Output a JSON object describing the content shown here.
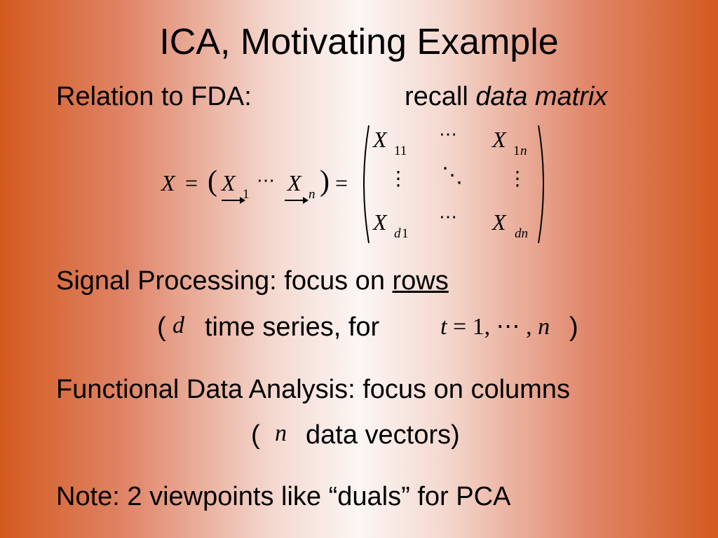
{
  "slide": {
    "title": "ICA, Motivating Example",
    "relation": {
      "label": "Relation to FDA:",
      "recall": "recall",
      "recall_em": "data matrix"
    },
    "equation": {
      "lhs": "X",
      "eq": "=",
      "col1_sym": "X",
      "col1_sub": "1",
      "cdots": "⋯",
      "coln_sym": "X",
      "coln_sub": "n",
      "m11": "X",
      "m11_sub": "11",
      "m1n": "X",
      "m1n_sub": "1",
      "m1n_sub_i": "n",
      "md1": "X",
      "md1_sub_i": "d",
      "md1_sub": "1",
      "mdn": "X",
      "mdn_sub_i": "dn",
      "vdots": "⋮",
      "ddots": "⋱",
      "lparen": "(",
      "rparen": ")"
    },
    "signal": {
      "label": "Signal Processing:",
      "focus": "focus on",
      "focus_u": "rows",
      "paren_open": "(",
      "d_sym": "d",
      "series_text": "time series, for",
      "t_expr_t": "t",
      "t_expr_mid": " = 1, ⋯ , ",
      "t_expr_n": "n",
      "paren_close": ")"
    },
    "fda": {
      "label": "Functional Data Analysis:",
      "focus": "focus on columns",
      "paren_open": "(",
      "n_sym": "n",
      "vectors_text": "data vectors)"
    },
    "note": {
      "text": "Note:  2 viewpoints like “duals” for PCA"
    }
  }
}
